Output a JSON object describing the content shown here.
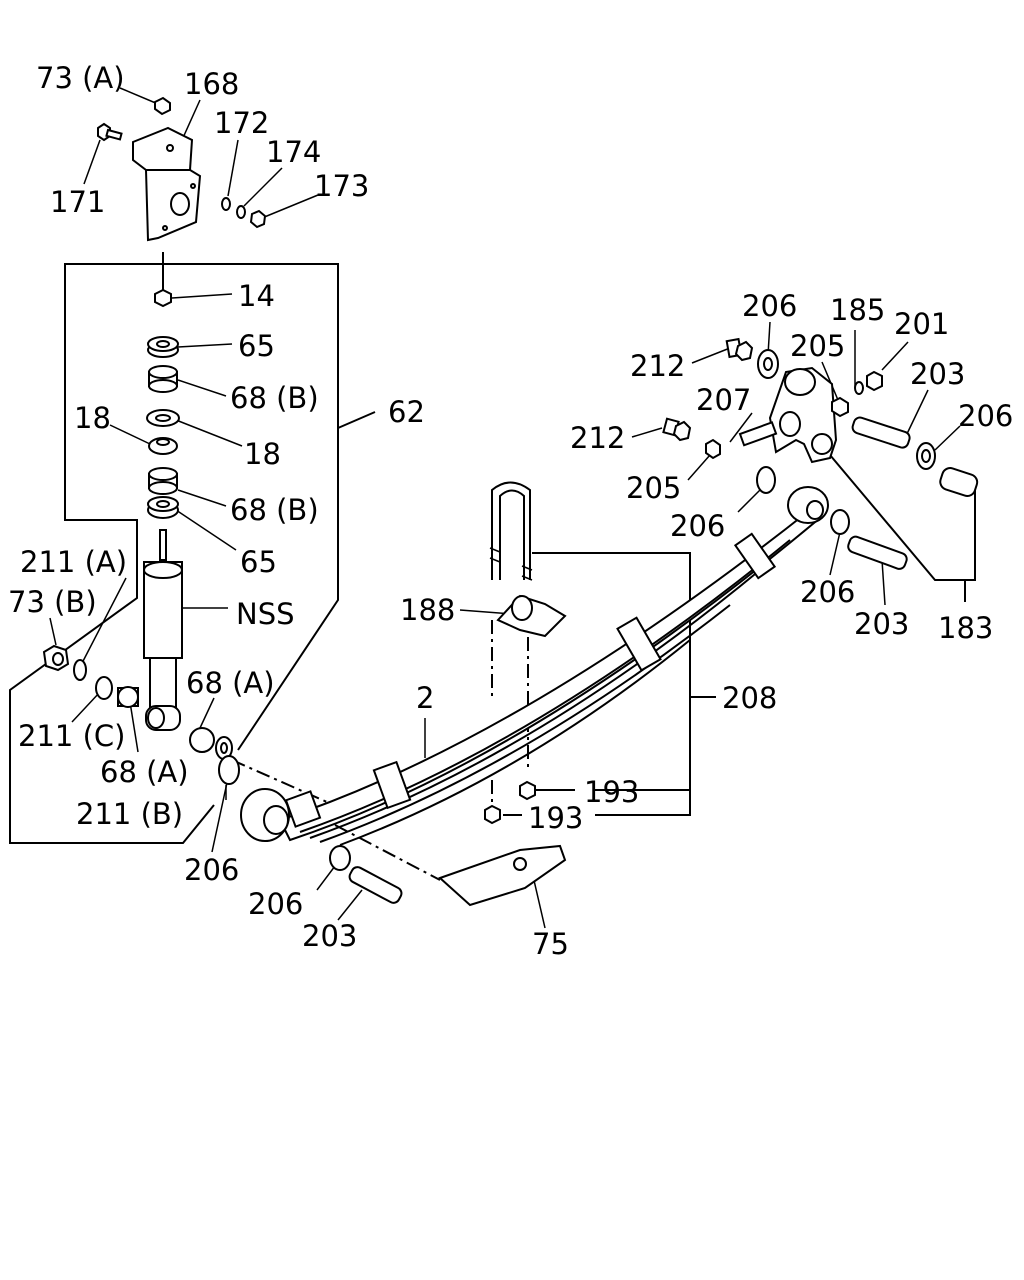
{
  "labels": {
    "p73a": "73 (A)",
    "p168": "168",
    "p172": "172",
    "p174": "174",
    "p173": "173",
    "p171": "171",
    "p14": "14",
    "p65_top": "65",
    "p68b_top": "68 (B)",
    "p62": "62",
    "p18_left": "18",
    "p18_right": "18",
    "p68b_bottom": "68 (B)",
    "p65_bottom": "65",
    "p211a": "211 (A)",
    "p73b": "73 (B)",
    "pNSS": "NSS",
    "p68a_right": "68 (A)",
    "p211c": "211 (C)",
    "p68a_left": "68 (A)",
    "p211b": "211 (B)",
    "p206_a": "206",
    "p206_b": "206",
    "p203_a": "203",
    "p75": "75",
    "p2": "2",
    "p188": "188",
    "p208": "208",
    "p193_a": "193",
    "p193_b": "193",
    "p206_top": "206",
    "p185": "185",
    "p201": "201",
    "p205_top": "205",
    "p212_top": "212",
    "p203_top": "203",
    "p207": "207",
    "p206_right": "206",
    "p212_mid": "212",
    "p205_mid": "205",
    "p206_mid": "206",
    "p206_low": "206",
    "p203_right": "203",
    "p183": "183"
  }
}
